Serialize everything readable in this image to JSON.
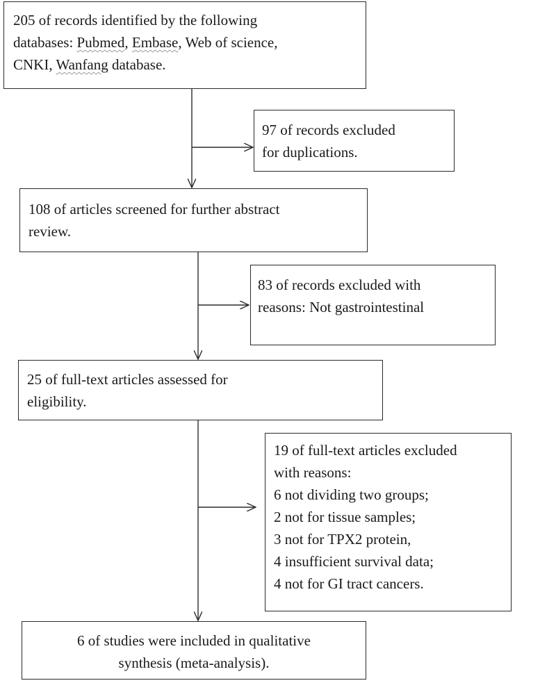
{
  "flow": {
    "identification": {
      "line1": "205 of records identified by the following",
      "line2_prefix": "databases: ",
      "db_pubmed": "Pubmed",
      "sep1": ", ",
      "db_embase": "Embase",
      "sep2": ", Web of science,",
      "line3_prefix": "CNKI, ",
      "db_wanfang": "Wanfang",
      "line3_suffix": " database."
    },
    "excluded_duplicates": {
      "line1": "97 of records excluded",
      "line2": "for duplications."
    },
    "screening": {
      "line1": "108 of articles screened for further abstract",
      "line2": "review."
    },
    "excluded_abstract": {
      "line1": "83 of records excluded with",
      "line2": "reasons: Not gastrointestinal"
    },
    "eligibility": {
      "line1": "25 of full-text articles assessed for",
      "line2": "eligibility."
    },
    "excluded_fulltext": {
      "lines": [
        "19 of full-text articles excluded",
        "with reasons:",
        "6 not dividing two groups;",
        "2 not for tissue samples;",
        "3 not for TPX2 protein,",
        "4 insufficient survival data;",
        "4 not for GI tract cancers."
      ]
    },
    "included": {
      "line1": "6 of studies were included in qualitative",
      "line2": "synthesis (meta-analysis)."
    }
  }
}
